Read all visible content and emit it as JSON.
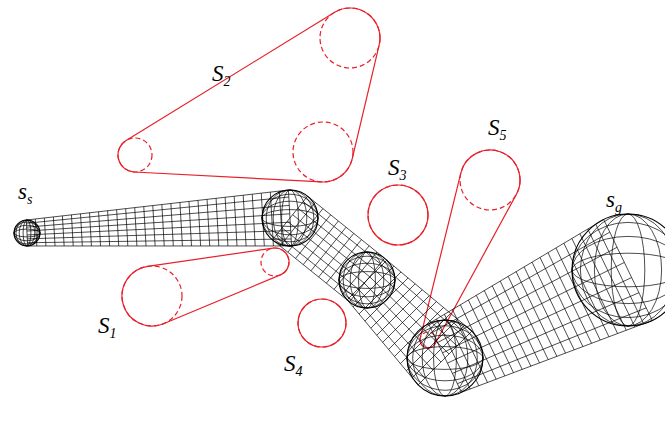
{
  "diagram": {
    "labels": [
      "S2",
      "S3",
      "S5",
      "ss",
      "S1",
      "S4",
      "sg"
    ]
  }
}
